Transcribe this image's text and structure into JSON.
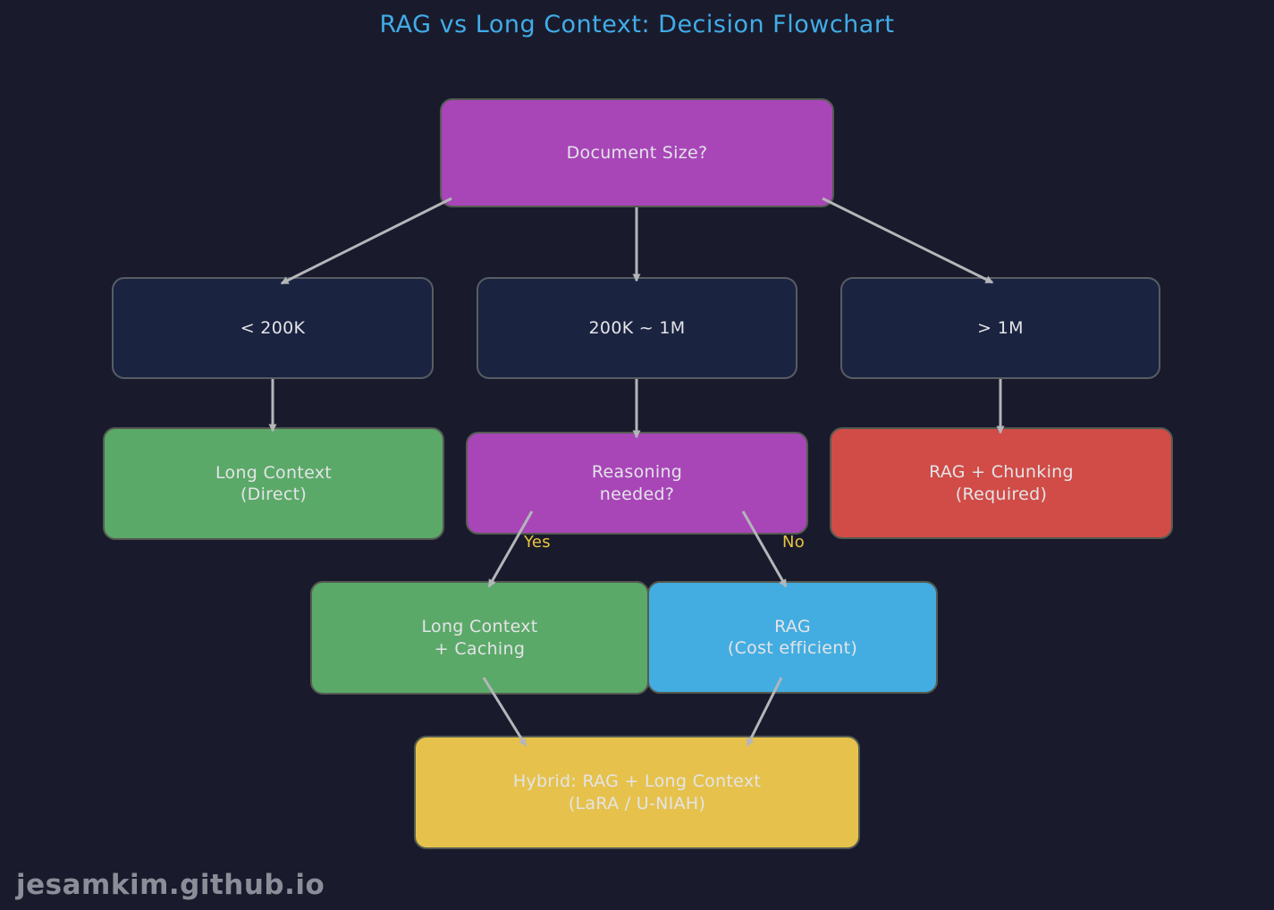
{
  "title": "RAG vs Long Context: Decision Flowchart",
  "footer": "jesamkim.github.io",
  "colors": {
    "background": "#191b2c",
    "title_accent": "#41ace8",
    "decision_purple": "#a846b8",
    "range_navy": "#1a2340",
    "outcome_green": "#5ba968",
    "outcome_red": "#d14c47",
    "outcome_blue": "#43ade1",
    "outcome_yellow": "#e6c24c",
    "edge_label_gold": "#e9c33e",
    "arrow_gray": "#b4b6ba"
  },
  "nodes": [
    {
      "id": "document-size",
      "label": "Document Size?",
      "color": "#a846b8"
    },
    {
      "id": "lt-200k",
      "label": "< 200K",
      "color": "#1a2340"
    },
    {
      "id": "200k-to-1m",
      "label": "200K ~ 1M",
      "color": "#1a2340"
    },
    {
      "id": "gt-1m",
      "label": "> 1M",
      "color": "#1a2340"
    },
    {
      "id": "long-context-direct",
      "label": "Long Context\n(Direct)",
      "color": "#5ba968"
    },
    {
      "id": "reasoning-needed",
      "label": "Reasoning\nneeded?",
      "color": "#a846b8"
    },
    {
      "id": "rag-chunking",
      "label": "RAG + Chunking\n(Required)",
      "color": "#d14c47"
    },
    {
      "id": "long-context-caching",
      "label": "Long Context\n+ Caching",
      "color": "#5ba968"
    },
    {
      "id": "rag-cost-efficient",
      "label": "RAG\n(Cost efficient)",
      "color": "#43ade1"
    },
    {
      "id": "hybrid",
      "label": "Hybrid: RAG + Long Context\n(LaRA / U-NIAH)",
      "color": "#e6c24c"
    }
  ],
  "edges": [
    {
      "from": "document-size",
      "to": "lt-200k"
    },
    {
      "from": "document-size",
      "to": "200k-to-1m"
    },
    {
      "from": "document-size",
      "to": "gt-1m"
    },
    {
      "from": "lt-200k",
      "to": "long-context-direct"
    },
    {
      "from": "200k-to-1m",
      "to": "reasoning-needed"
    },
    {
      "from": "gt-1m",
      "to": "rag-chunking"
    },
    {
      "from": "reasoning-needed",
      "to": "long-context-caching",
      "label": "Yes"
    },
    {
      "from": "reasoning-needed",
      "to": "rag-cost-efficient",
      "label": "No"
    },
    {
      "from": "long-context-caching",
      "to": "hybrid"
    },
    {
      "from": "rag-cost-efficient",
      "to": "hybrid"
    }
  ]
}
